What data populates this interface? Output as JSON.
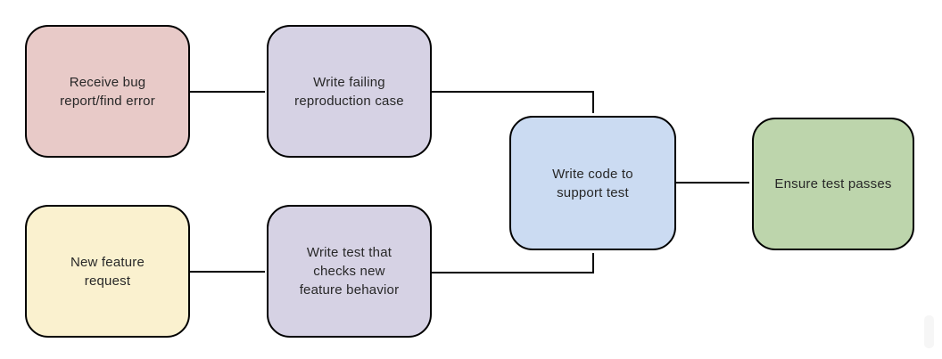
{
  "diagram": {
    "background": "#ffffff",
    "stroke_color": "#000000",
    "text_color": "#282828",
    "nodes": [
      {
        "id": "receive-bug",
        "label": "Receive bug\nreport/find error",
        "fill": "#e8cac8"
      },
      {
        "id": "write-failing",
        "label": "Write failing\nreproduction case",
        "fill": "#d6d2e4"
      },
      {
        "id": "new-feature",
        "label": "New feature\nrequest",
        "fill": "#faf1cf"
      },
      {
        "id": "write-test",
        "label": "Write test that\nchecks new\nfeature behavior",
        "fill": "#d6d2e4"
      },
      {
        "id": "write-code",
        "label": "Write code to\nsupport test",
        "fill": "#cbdbf2"
      },
      {
        "id": "ensure-passes",
        "label": "Ensure test passes",
        "fill": "#bdd5ac"
      }
    ],
    "edges": [
      {
        "from": "receive-bug",
        "to": "write-failing"
      },
      {
        "from": "write-failing",
        "to": "write-code"
      },
      {
        "from": "new-feature",
        "to": "write-test"
      },
      {
        "from": "write-test",
        "to": "write-code"
      },
      {
        "from": "write-code",
        "to": "ensure-passes"
      }
    ]
  }
}
